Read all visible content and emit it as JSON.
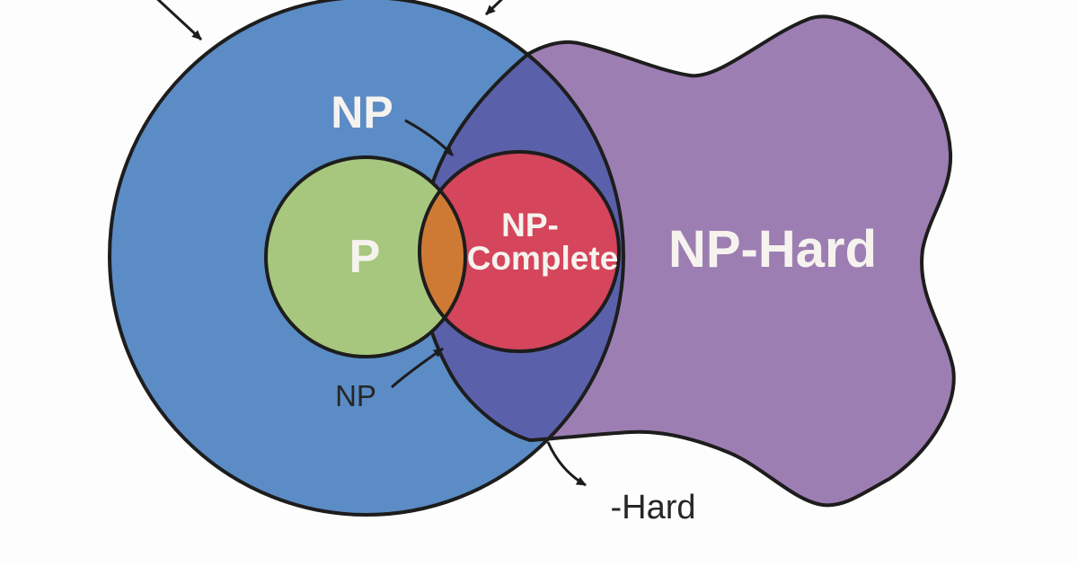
{
  "labels": {
    "np": "NP",
    "p": "P",
    "np_complete_line1": "NP-",
    "np_complete_line2": "Complete",
    "np_hard": "NP-Hard",
    "np_callout": "NP",
    "hard_callout": "-Hard"
  },
  "colors": {
    "np_blue": "#5b8cc6",
    "np_hard_purple": "#9d7eb2",
    "np_nphard_overlap_indigo": "#5a60a9",
    "p_green": "#a7c77e",
    "np_complete_red": "#d5455b",
    "p_npcomplete_overlap_orange": "#cf7a34",
    "outline": "#1d1d1d",
    "label_light": "#f6f3ef",
    "label_dark": "#262626",
    "background": "#fdfdfd"
  }
}
